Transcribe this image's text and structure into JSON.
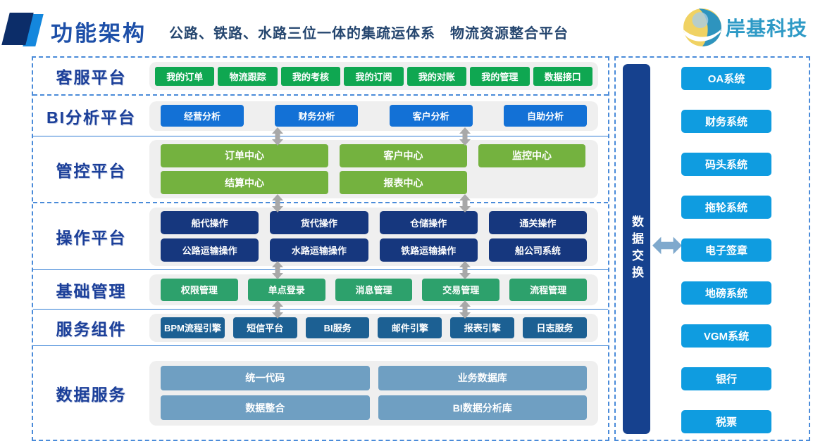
{
  "header": {
    "title": "功能架构",
    "subtitle": "公路、铁路、水路三位一体的集疏运体系　物流资源整合平台",
    "logo_text": "岸基科技"
  },
  "rows": [
    {
      "label": "客服平台",
      "items": [
        "我的订单",
        "物流跟踪",
        "我的考核",
        "我的订阅",
        "我的对账",
        "我的管理",
        "数据接口"
      ]
    },
    {
      "label": "BI分析平台",
      "items": [
        "经营分析",
        "财务分析",
        "客户分析",
        "自助分析"
      ]
    },
    {
      "label": "管控平台",
      "grid": [
        [
          "订单中心",
          "客户中心",
          "监控中心"
        ],
        [
          "结算中心",
          "报表中心"
        ]
      ]
    },
    {
      "label": "操作平台",
      "grid": [
        [
          "船代操作",
          "货代操作",
          "仓储操作",
          "通关操作"
        ],
        [
          "公路运输操作",
          "水路运输操作",
          "铁路运输操作",
          "船公司系统"
        ]
      ]
    },
    {
      "label": "基础管理",
      "items": [
        "权限管理",
        "单点登录",
        "消息管理",
        "交易管理",
        "流程管理"
      ]
    },
    {
      "label": "服务组件",
      "items": [
        "BPM流程引擎",
        "短信平台",
        "BI服务",
        "邮件引擎",
        "报表引擎",
        "日志服务"
      ]
    },
    {
      "label": "数据服务",
      "grid": [
        [
          "统一代码",
          "业务数据库"
        ],
        [
          "数据整合",
          "BI数据分析库"
        ]
      ]
    }
  ],
  "exchange": {
    "label": "数据交换"
  },
  "external_systems": [
    "OA系统",
    "财务系统",
    "码头系统",
    "拖轮系统",
    "电子签章",
    "地磅系统",
    "VGM系统",
    "银行",
    "税票"
  ],
  "colors": {
    "customer_service_green": "#0fa751",
    "bi_blue": "#1371d6",
    "control_green": "#74b23f",
    "operation_navy": "#16377e",
    "basic_teal": "#2da16c",
    "service_steel_blue": "#1c6093",
    "data_slate_blue": "#6f9fc2",
    "external_blue": "#0f9ce0",
    "exchange_navy": "#16418e",
    "flow_arrow_gray": "#a8a8a8",
    "exchange_arrow_blue": "#7fa9cd",
    "title_blue": "#1d4fa8",
    "logo_teal": "#2e9ac6",
    "border_blue": "#2f7cd4"
  }
}
